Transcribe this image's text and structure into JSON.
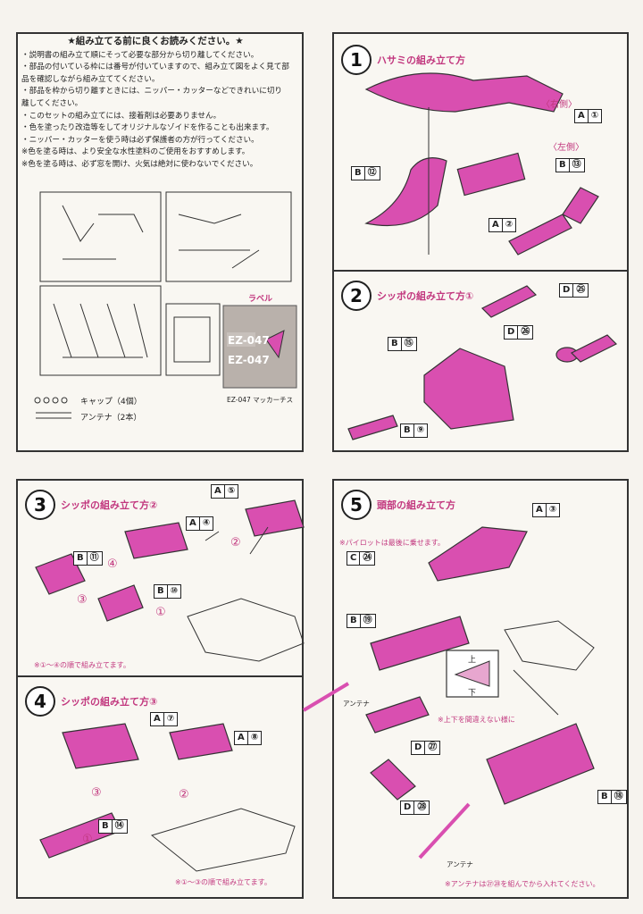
{
  "intro": {
    "heading": "★組み立てる前に良くお読みください。★",
    "lines": [
      "・説明書の組み立て順にそって必要な部分から切り離してください。",
      "・部品の付いている枠には番号が付いていますので、組み立て図をよく見て部品を確認しながら組み立ててください。",
      "・部品を枠から切り離すときには、ニッパー・カッターなどできれいに切り離してください。",
      "・このセットの組み立てには、接着剤は必要ありません。",
      "・色を塗ったり改造等をしてオリジナルなゾイドを作ることも出来ます。",
      "・ニッパー・カッターを使う時は必ず保護者の方が行ってください。",
      "※色を塗る時は、より安全な水性塗料のご使用をおすすめします。",
      "※色を塗る時は、必ず窓を開け、火気は絶対に使わないでください。"
    ]
  },
  "runner": {
    "label_title": "ラベル",
    "label_codes": [
      "EZ-047",
      "EZ-047"
    ],
    "label_caption": "EZ-047 マッカーチス",
    "cap_text": "キャップ（4個）",
    "antenna_text": "アンテナ（2本）"
  },
  "steps": [
    {
      "num": "1",
      "title": "ハサミの組み立て方",
      "right_side": "〈右側〉",
      "left_side": "〈左側〉",
      "labels": [
        [
          "A",
          "①"
        ],
        [
          "B",
          "⑫"
        ],
        [
          "B",
          "⑬"
        ],
        [
          "A",
          "②"
        ]
      ]
    },
    {
      "num": "2",
      "title": "シッポの組み立て方①",
      "labels": [
        [
          "D",
          "㉕"
        ],
        [
          "D",
          "㉖"
        ],
        [
          "B",
          "⑮"
        ],
        [
          "B",
          "⑨"
        ]
      ]
    },
    {
      "num": "3",
      "title": "シッポの組み立て方②",
      "labels": [
        [
          "A",
          "⑤"
        ],
        [
          "A",
          "④"
        ],
        [
          "B",
          "⑪"
        ],
        [
          "B",
          "⑩"
        ]
      ],
      "order_marks": [
        "②",
        "④",
        "③",
        "①"
      ],
      "note": "※①～④の順で組み立てます。"
    },
    {
      "num": "4",
      "title": "シッポの組み立て方③",
      "labels": [
        [
          "A",
          "⑦"
        ],
        [
          "A",
          "⑧"
        ],
        [
          "B",
          "⑭"
        ]
      ],
      "order_marks": [
        "③",
        "②",
        "①"
      ],
      "note": "※①～③の順で組み立てます。"
    },
    {
      "num": "5",
      "title": "頭部の組み立て方",
      "labels": [
        [
          "A",
          "③"
        ],
        [
          "C",
          "㉔"
        ],
        [
          "B",
          "⑲"
        ],
        [
          "D",
          "㉗"
        ],
        [
          "D",
          "㉘"
        ],
        [
          "B",
          "⑱"
        ]
      ],
      "pilot_note": "※パイロットは最後に乗せます。",
      "up": "上",
      "down": "下",
      "updown_note": "※上下を間違えない様に",
      "antenna1": "アンテナ",
      "antenna2": "アンテナ",
      "antenna_note": "※アンテナは㉗㉘を組んでから入れてください。"
    }
  ],
  "colors": {
    "part_pink": "#d94fb0",
    "title_pink": "#c2387f",
    "line": "#222222"
  }
}
